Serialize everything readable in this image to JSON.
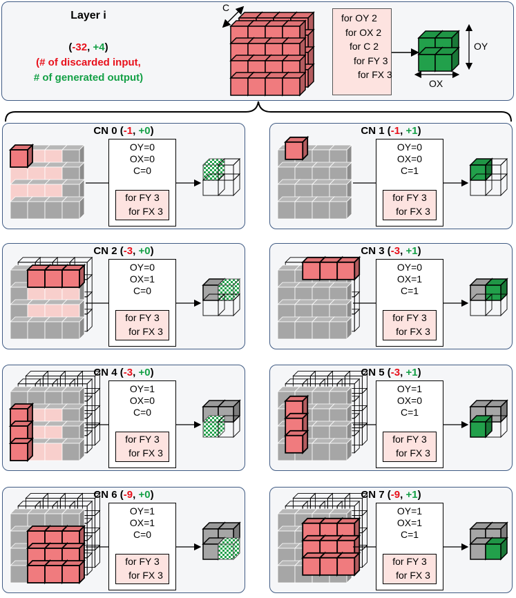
{
  "layer": {
    "title": "Layer i",
    "discarded": "-32",
    "generated": "+4",
    "line_discarded": "(# of discarded input,",
    "line_generated": "# of generated output)",
    "loops": [
      "for OY 2",
      "for OX 2",
      "for C 2",
      "for FY 3",
      "for FX 3"
    ],
    "axis_c": "C",
    "axis_oy": "OY",
    "axis_ox": "OX"
  },
  "nodes": [
    {
      "name": "CN 0",
      "discarded": "-1",
      "generated": "+0",
      "oy": "OY=0",
      "ox": "OX=0",
      "c": "C=0",
      "fy": "for FY 3",
      "fx": "for FX 3"
    },
    {
      "name": "CN 1",
      "discarded": "-1",
      "generated": "+1",
      "oy": "OY=0",
      "ox": "OX=0",
      "c": "C=1",
      "fy": "for FY 3",
      "fx": "for FX 3"
    },
    {
      "name": "CN 2",
      "discarded": "-3",
      "generated": "+0",
      "oy": "OY=0",
      "ox": "OX=1",
      "c": "C=0",
      "fy": "for FY 3",
      "fx": "for FX 3"
    },
    {
      "name": "CN 3",
      "discarded": "-3",
      "generated": "+1",
      "oy": "OY=0",
      "ox": "OX=1",
      "c": "C=1",
      "fy": "for FY 3",
      "fx": "for FX 3"
    },
    {
      "name": "CN 4",
      "discarded": "-3",
      "generated": "+0",
      "oy": "OY=1",
      "ox": "OX=0",
      "c": "C=0",
      "fy": "for FY 3",
      "fx": "for FX 3"
    },
    {
      "name": "CN 5",
      "discarded": "-3",
      "generated": "+1",
      "oy": "OY=1",
      "ox": "OX=0",
      "c": "C=1",
      "fy": "for FY 3",
      "fx": "for FX 3"
    },
    {
      "name": "CN 6",
      "discarded": "-9",
      "generated": "+0",
      "oy": "OY=1",
      "ox": "OX=1",
      "c": "C=0",
      "fy": "for FY 3",
      "fx": "for FX 3"
    },
    {
      "name": "CN 7",
      "discarded": "-9",
      "generated": "+1",
      "oy": "OY=1",
      "ox": "OX=1",
      "c": "C=1",
      "fy": "for FY 3",
      "fx": "for FX 3"
    }
  ],
  "colors": {
    "input_active": "#f07b7e",
    "input_light": "#f8cfcc",
    "input_gray": "#a6a6a6",
    "output_done": "#22a04b",
    "discarded_text": "#e8101b",
    "generated_text": "#14a046",
    "panel_border": "#3f5a83"
  }
}
